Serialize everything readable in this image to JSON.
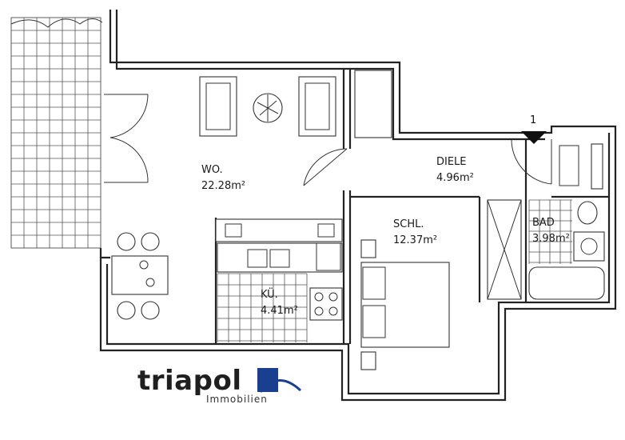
{
  "floorplan": {
    "entry_marker": "1",
    "rooms": [
      {
        "id": "wohnen",
        "name": "WO.",
        "area": "22.28m²"
      },
      {
        "id": "diele",
        "name": "DIELE",
        "area": "4.96m²"
      },
      {
        "id": "schlafen",
        "name": "SCHL.",
        "area": "12.37m²"
      },
      {
        "id": "bad",
        "name": "BAD",
        "area": "3.98m²"
      },
      {
        "id": "kueche",
        "name": "KÜ.",
        "area": "4.41m²"
      }
    ]
  },
  "logo": {
    "wordmark": "triapol",
    "tagline": "Immobilien",
    "mark_color": "#1b3f8f"
  }
}
